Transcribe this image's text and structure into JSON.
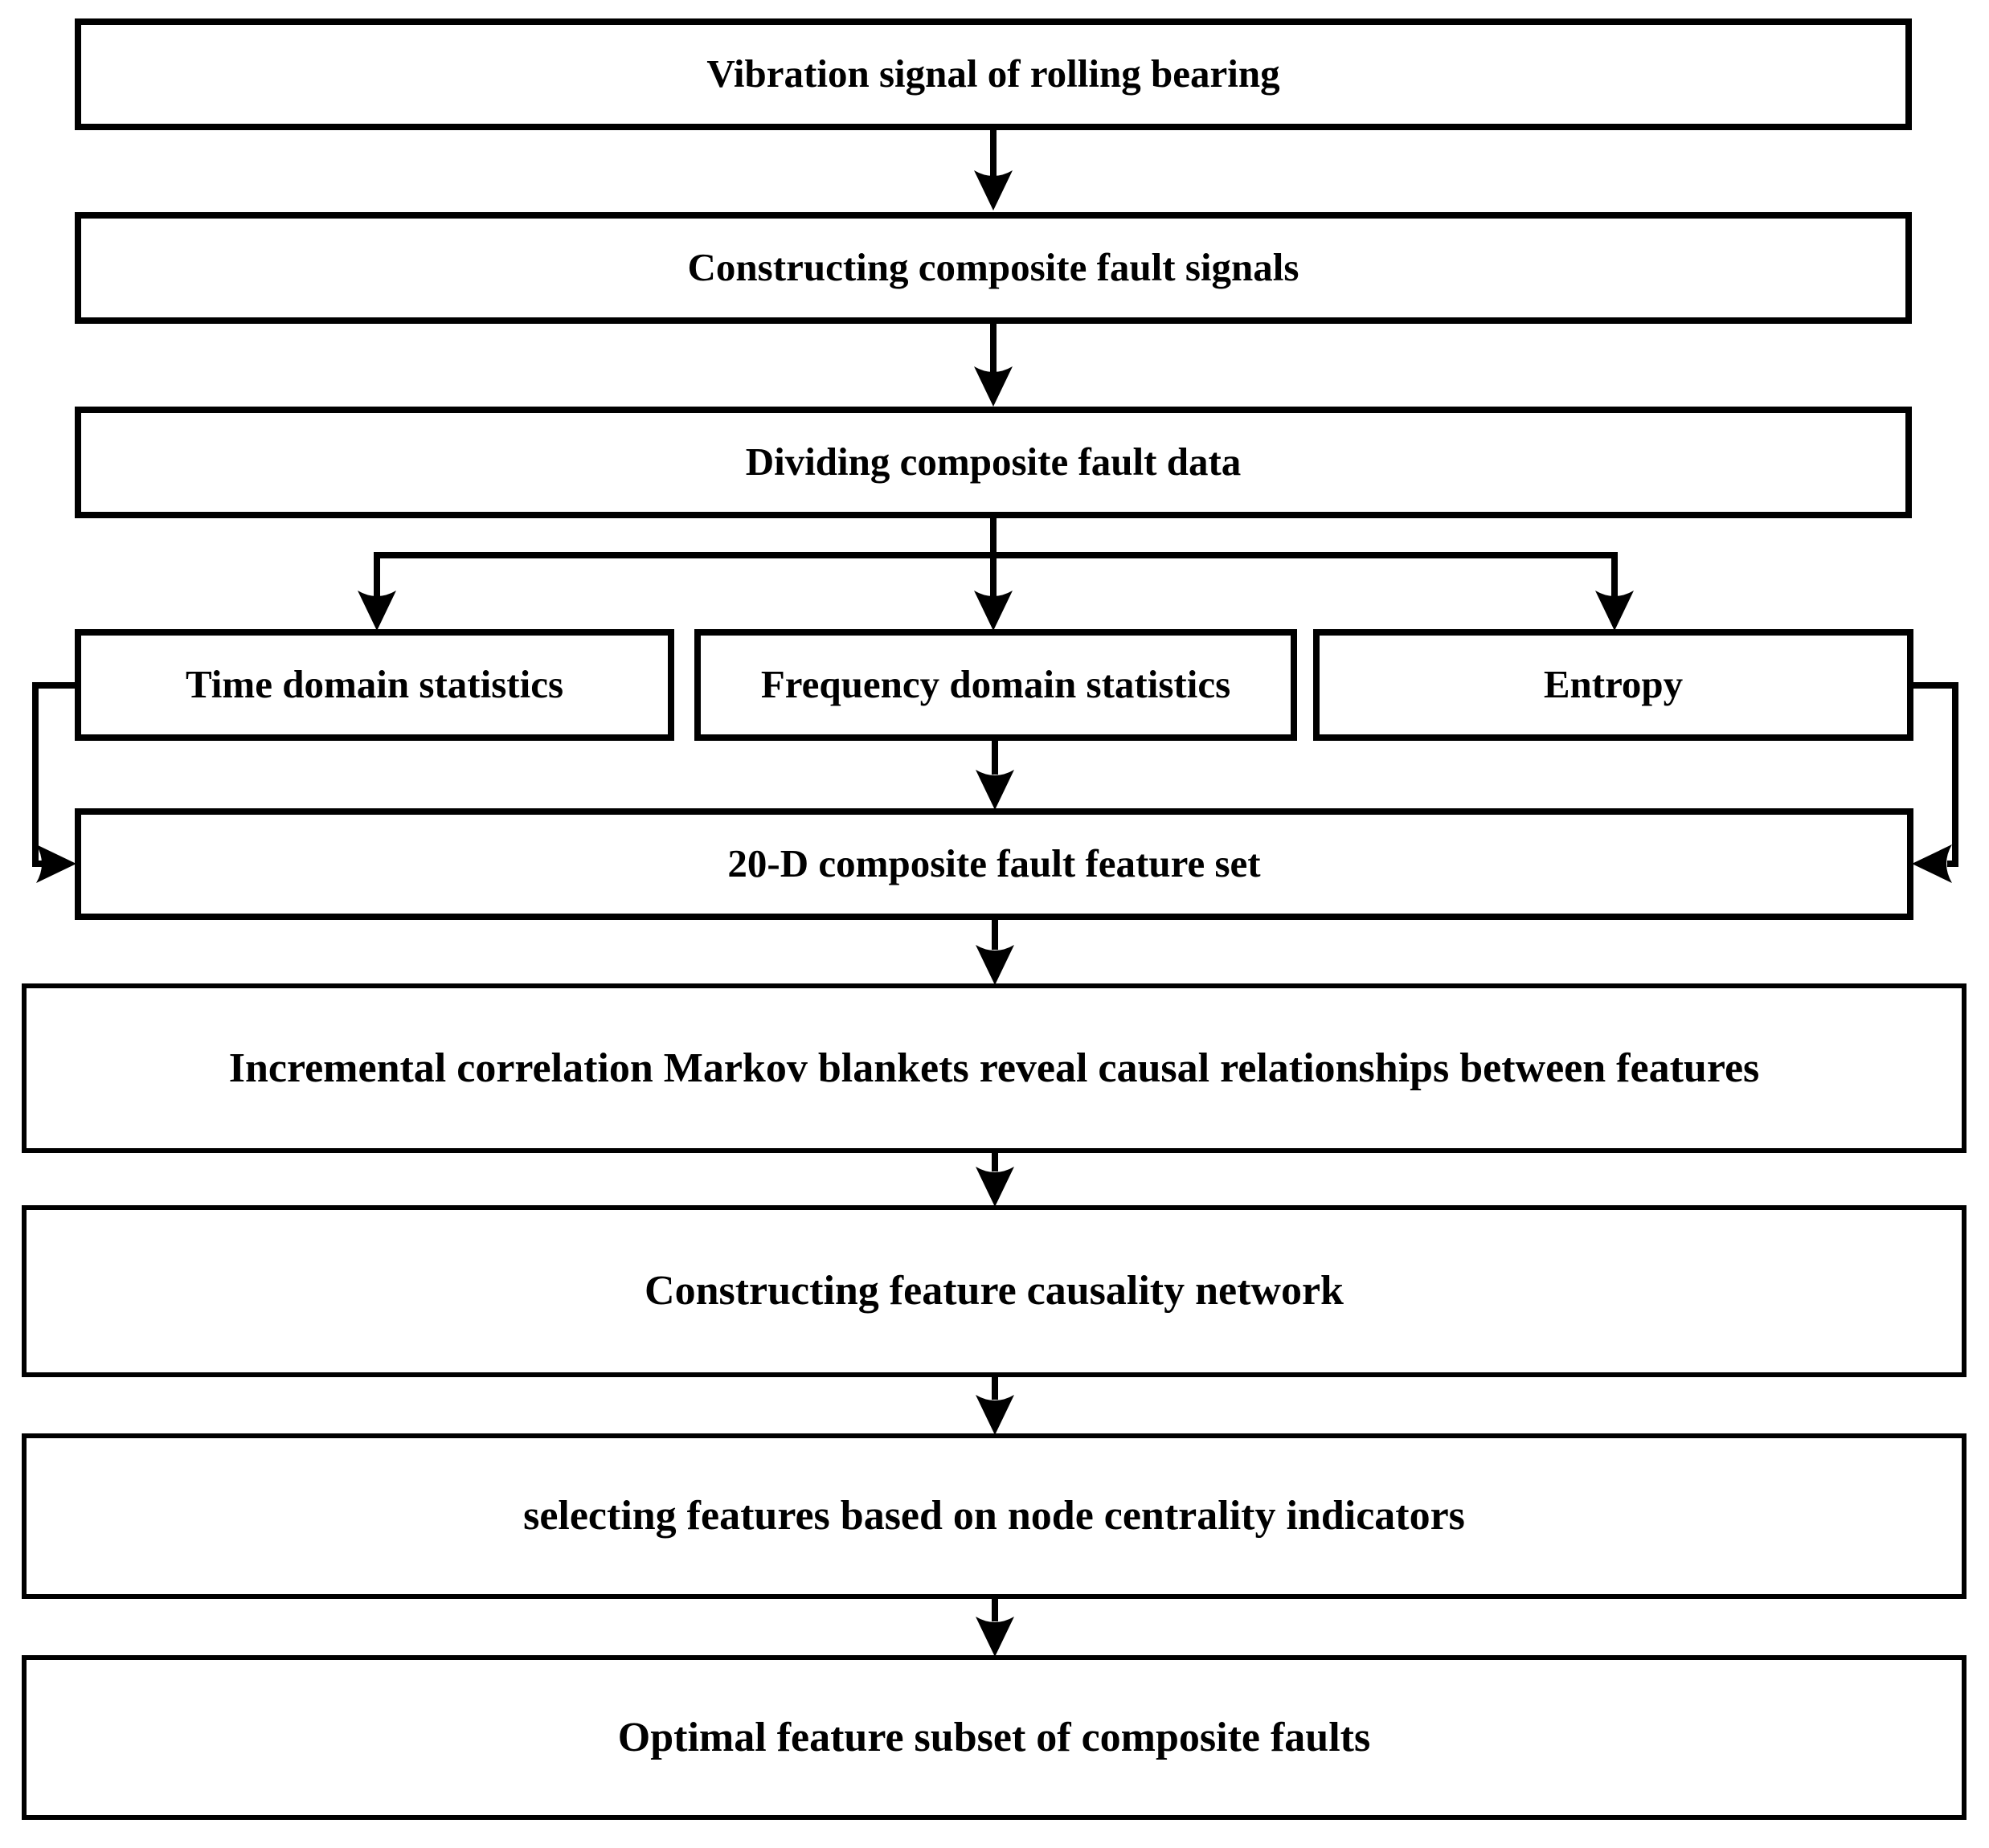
{
  "figure_type": "flowchart",
  "colors": {
    "line": "#000000",
    "box_border": "#000000",
    "box_fill": "#ffffff",
    "background": "#ffffff",
    "text": "#000000"
  },
  "nodes": {
    "vibration": {
      "label": "Vibration signal of rolling bearing"
    },
    "constructing_signals": {
      "label": "Constructing composite fault signals"
    },
    "dividing": {
      "label": "Dividing composite fault data"
    },
    "time_domain": {
      "label": "Time domain statistics"
    },
    "frequency_domain": {
      "label": "Frequency domain statistics"
    },
    "entropy": {
      "label": "Entropy"
    },
    "feature_set": {
      "label": "20-D composite fault feature set"
    },
    "markov": {
      "label": "Incremental correlation Markov blankets reveal causal relationships between features"
    },
    "causality_network": {
      "label": "Constructing feature causality network"
    },
    "node_centrality": {
      "label": "selecting features based on node centrality indicators"
    },
    "optimal_subset": {
      "label": "Optimal feature subset of composite faults"
    }
  },
  "edges": [
    {
      "from": "vibration",
      "to": "constructing_signals"
    },
    {
      "from": "constructing_signals",
      "to": "dividing"
    },
    {
      "from": "dividing",
      "to": "time_domain"
    },
    {
      "from": "dividing",
      "to": "frequency_domain"
    },
    {
      "from": "dividing",
      "to": "entropy"
    },
    {
      "from": "time_domain",
      "to": "feature_set"
    },
    {
      "from": "frequency_domain",
      "to": "feature_set"
    },
    {
      "from": "entropy",
      "to": "feature_set"
    },
    {
      "from": "feature_set",
      "to": "markov"
    },
    {
      "from": "markov",
      "to": "causality_network"
    },
    {
      "from": "causality_network",
      "to": "node_centrality"
    },
    {
      "from": "node_centrality",
      "to": "optimal_subset"
    }
  ]
}
